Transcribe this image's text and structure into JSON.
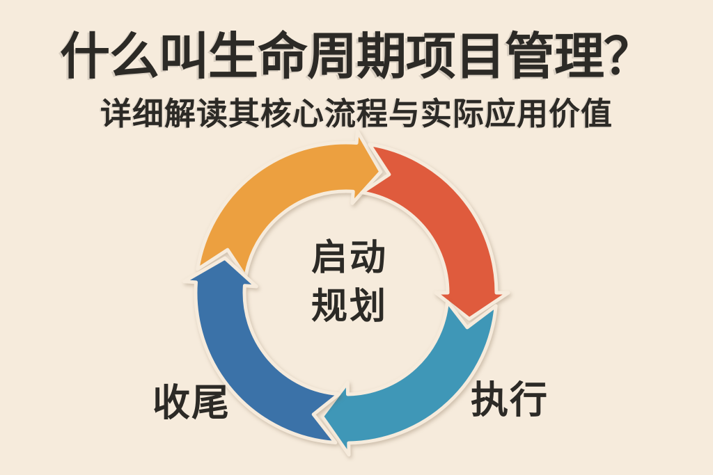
{
  "palette": {
    "background": "#F6EBDC",
    "text": "#2C2A26",
    "orange": "#ECA040",
    "red": "#DF5B3D",
    "teal": "#3F97B7",
    "blue": "#3B72A8",
    "outline": "#F6EBDC"
  },
  "header": {
    "title": "什么叫生命周期项目管理？",
    "subtitle": "详细解读其核心流程与实际应用价值"
  },
  "cycle_diagram": {
    "type": "cycle-diagram",
    "direction": "clockwise",
    "outline_color": "#F6EBDC",
    "center_label_lines": [
      "启动",
      "规划"
    ],
    "outer_labels": [
      {
        "text": "收尾",
        "position": "bottom-left"
      },
      {
        "text": "执行",
        "position": "bottom-right"
      }
    ],
    "segments": [
      {
        "name": "arc-top-left-orange",
        "color": "#ECA040",
        "tail_angle": 290,
        "head_base_angle": 4,
        "tip_angle": 16
      },
      {
        "name": "arc-top-right-red",
        "color": "#DF5B3D",
        "tail_angle": 20,
        "head_base_angle": 90,
        "tip_angle": 102
      },
      {
        "name": "arc-bottom-right-teal",
        "color": "#3F97B7",
        "tail_angle": 106,
        "head_base_angle": 179,
        "tip_angle": 191
      },
      {
        "name": "arc-bottom-left-blue",
        "color": "#3B72A8",
        "tail_angle": 195,
        "head_base_angle": 274,
        "tip_angle": 286
      }
    ]
  }
}
